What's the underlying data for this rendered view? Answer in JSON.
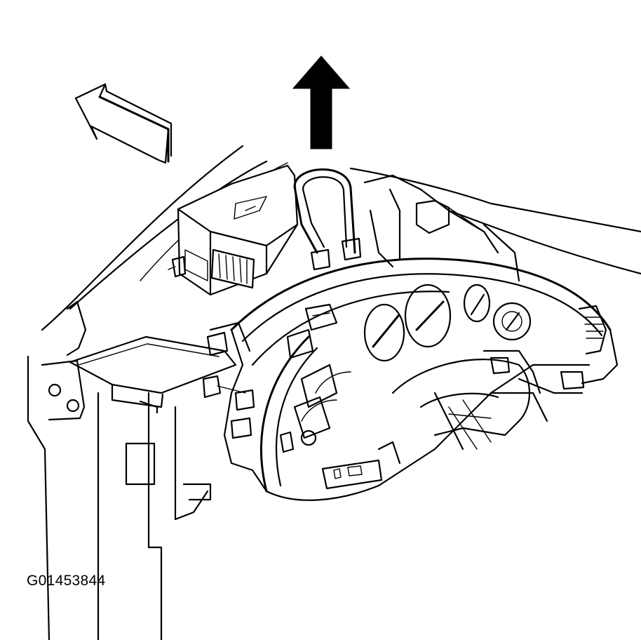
{
  "figure": {
    "id_label": "G01453844"
  },
  "arrows": [
    {
      "name": "outline-arrow-up-left",
      "style": "outline",
      "direction": "up-left"
    },
    {
      "name": "solid-arrow-up",
      "style": "solid",
      "direction": "up"
    }
  ],
  "colors": {
    "ink": "#000000",
    "paper": "#ffffff"
  }
}
